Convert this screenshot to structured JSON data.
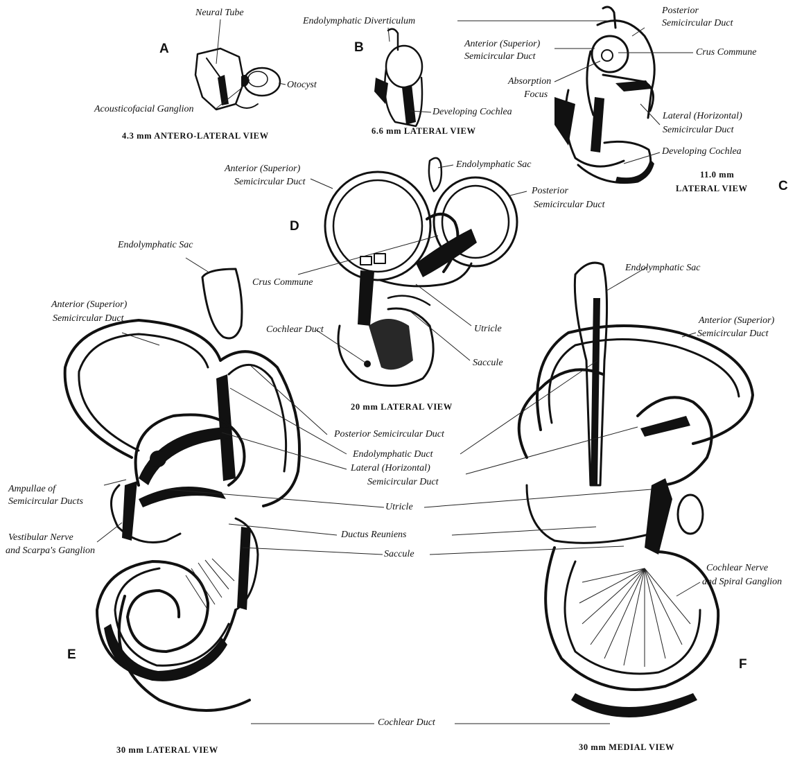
{
  "panels": {
    "A": {
      "letter": "A",
      "caption": "4.3 mm ANTERO-LATERAL VIEW",
      "labels": {
        "neural_tube": "Neural Tube",
        "otocyst": "Otocyst",
        "acousticofacial_ganglion": "Acousticofacial Ganglion"
      }
    },
    "B": {
      "letter": "B",
      "caption": "6.6 mm LATERAL VIEW",
      "labels": {
        "endolymphatic_diverticulum": "Endolymphatic Diverticulum",
        "developing_cochlea": "Developing Cochlea"
      }
    },
    "C": {
      "letter": "C",
      "caption_line1": "11.0 mm",
      "caption_line2": "LATERAL VIEW",
      "labels": {
        "posterior_1": "Posterior",
        "posterior_2": "Semicircular Duct",
        "anterior_1": "Anterior (Superior)",
        "anterior_2": "Semicircular Duct",
        "crus_commune": "Crus Commune",
        "absorption_1": "Absorption",
        "absorption_2": "Focus",
        "lateral_1": "Lateral (Horizontal)",
        "lateral_2": "Semicircular Duct",
        "developing_cochlea": "Developing Cochlea"
      }
    },
    "D": {
      "letter": "D",
      "caption": "20 mm LATERAL VIEW",
      "labels": {
        "endolymphatic_sac": "Endolymphatic Sac",
        "anterior_1": "Anterior (Superior)",
        "anterior_2": "Semicircular Duct",
        "posterior_1": "Posterior",
        "posterior_2": "Semicircular Duct",
        "crus_commune": "Crus Commune",
        "cochlear_duct": "Cochlear Duct",
        "utricle": "Utricle",
        "saccule": "Saccule"
      }
    },
    "E": {
      "letter": "E",
      "caption": "30 mm LATERAL VIEW",
      "labels": {
        "endolymphatic_sac": "Endolymphatic Sac",
        "anterior_1": "Anterior (Superior)",
        "anterior_2": "Semicircular Duct",
        "ampullae_1": "Ampullae of",
        "ampullae_2": "Semicircular Ducts",
        "vestibular_1": "Vestibular Nerve",
        "vestibular_2": "and Scarpa's Ganglion"
      }
    },
    "F": {
      "letter": "F",
      "caption": "30 mm MEDIAL VIEW",
      "labels": {
        "endolymphatic_sac": "Endolymphatic Sac",
        "anterior_1": "Anterior (Superior)",
        "anterior_2": "Semicircular Duct",
        "cochlear_nerve_1": "Cochlear Nerve",
        "cochlear_nerve_2": "and Spiral Ganglion"
      }
    }
  },
  "shared_labels": {
    "posterior_semicircular_duct": "Posterior Semicircular Duct",
    "endolymphatic_duct": "Endolymphatic Duct",
    "lateral_1": "Lateral (Horizontal)",
    "lateral_2": "Semicircular Duct",
    "utricle": "Utricle",
    "ductus_reuniens": "Ductus Reuniens",
    "saccule": "Saccule",
    "cochlear_duct": "Cochlear Duct"
  }
}
